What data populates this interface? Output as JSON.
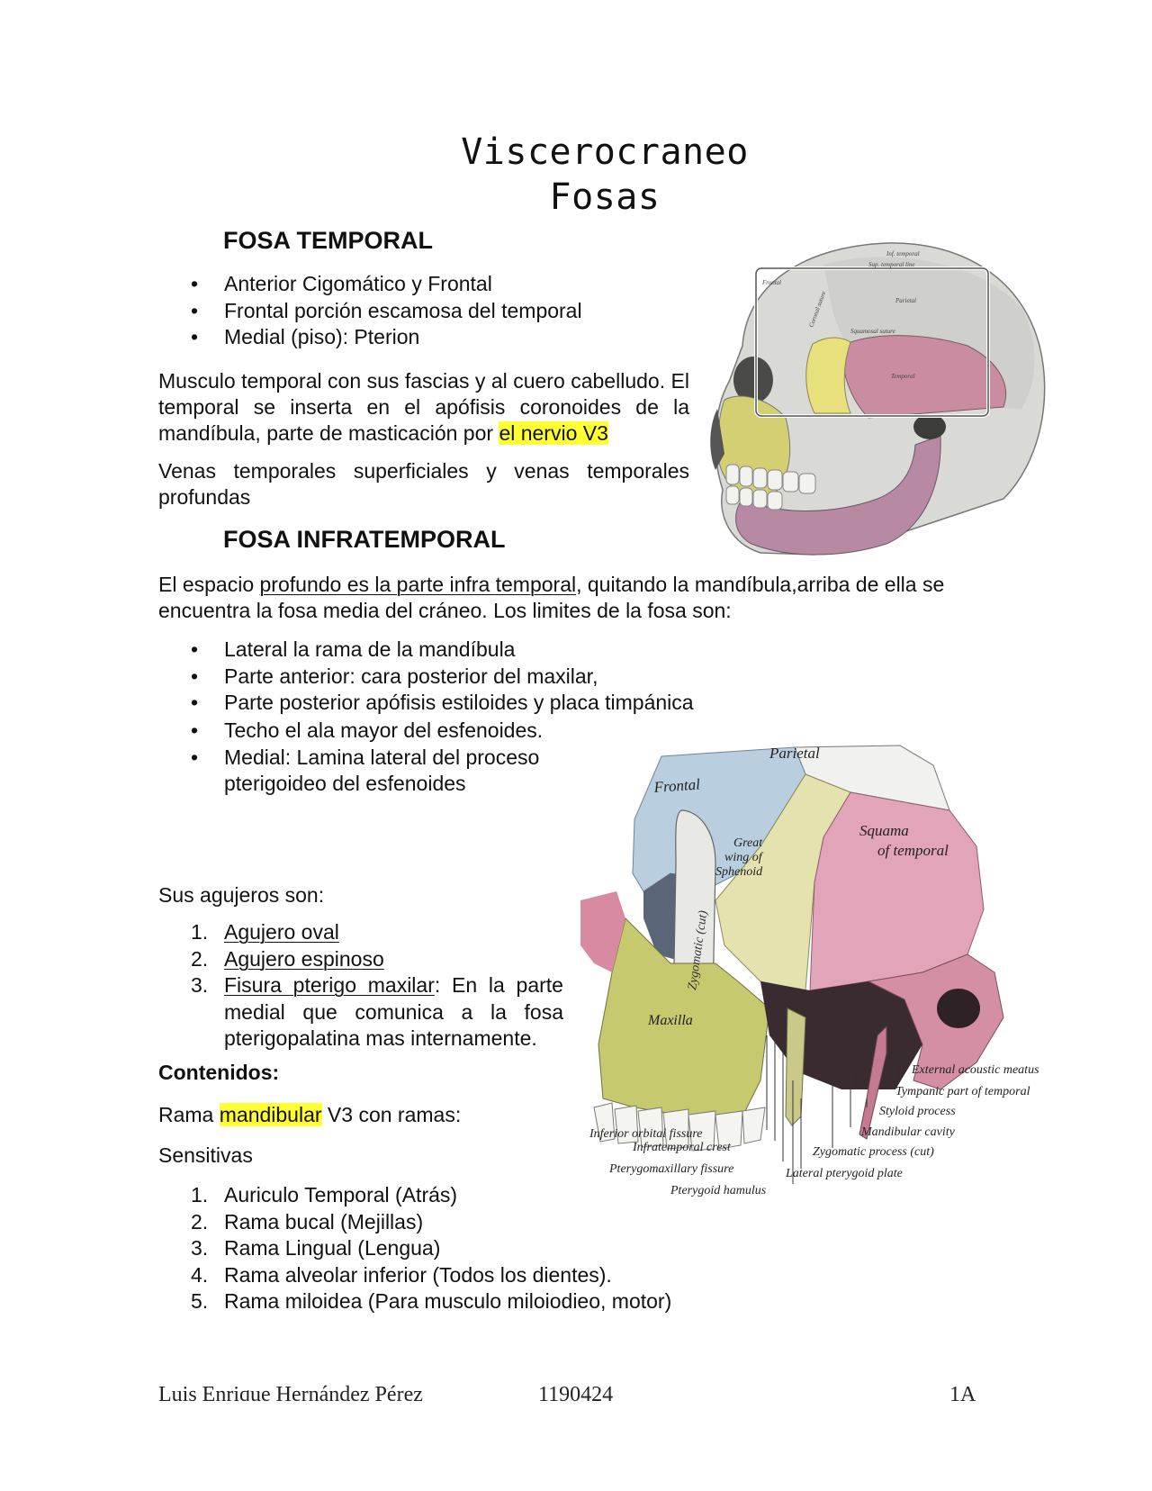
{
  "title": {
    "line1": "Viscerocraneo",
    "line2": "Fosas"
  },
  "fosa_temporal": {
    "heading": "FOSA TEMPORAL",
    "bullets": [
      "Anterior Cigomático y Frontal",
      "Frontal porción escamosa del temporal",
      "Medial (piso): Pterion"
    ],
    "para1_a": "Musculo temporal con sus fascias y al cuero cabelludo. El temporal se inserta en el apófisis coronoides de la mandíbula, parte de masticación por ",
    "para1_highlight": "el nervio V3",
    "para2": "Venas temporales superficiales y venas temporales profundas"
  },
  "skull_figure_1": {
    "labels": {
      "inf_temporal": "Inf. temporal",
      "sup_temporal": "Sup. temporal line",
      "frontal": "Frontal",
      "coronal": "Coronal suture",
      "parietal": "Parietal",
      "squamous": "Squamosal suture",
      "temporal": "Temporal"
    }
  },
  "fosa_infratemporal": {
    "heading": "FOSA INFRATEMPORAL",
    "para_a": "El espacio ",
    "para_underline": "profundo es la parte infra temporal",
    "para_b": ", quitando la mandíbula,arriba de ella se encuentra la fosa media del cráneo. Los limites de la fosa son:",
    "bullets": [
      "Lateral la rama de la mandíbula",
      "Parte anterior: cara posterior del maxilar,",
      "Parte posterior apófisis estiloides y placa timpánica"
    ],
    "bullet_techo": "Techo el ala mayor del esfenoides.",
    "bullet_medial": "Medial: Lamina lateral del proceso pterigoideo del esfenoides"
  },
  "agujeros": {
    "intro": "Sus agujeros son:",
    "items": [
      {
        "num": "1.",
        "underline": "Agujero oval",
        "rest": ""
      },
      {
        "num": "2.",
        "underline": "Agujero espinoso",
        "rest": ""
      },
      {
        "num": "3.",
        "underline": "Fisura pterigo maxilar",
        "rest": ": En la parte medial que comunica a la fosa pterigopalatina mas internamente."
      }
    ]
  },
  "contenidos": {
    "heading": "Contenidos:",
    "rama_a": "Rama ",
    "rama_hl": "mandibular",
    "rama_b": " V3  con ramas:",
    "sensitivas": "Sensitivas",
    "items": [
      {
        "num": "1.",
        "text": "Auriculo Temporal (Atrás)"
      },
      {
        "num": "2.",
        "text": "Rama bucal (Mejillas)"
      },
      {
        "num": "3.",
        "text": "Rama Lingual (Lengua)"
      },
      {
        "num": "4.",
        "text": "Rama alveolar inferior (Todos los dientes)."
      },
      {
        "num": "5.",
        "text": "Rama miloidea (Para musculo miloiodieo, motor)"
      }
    ]
  },
  "skull_figure_2": {
    "labels": {
      "parietal": "Parietal",
      "frontal": "Frontal",
      "great_wing_1": "Great",
      "great_wing_2": "wing of",
      "great_wing_3": "Sphenoid",
      "squama_1": "Squama",
      "squama_2": "of temporal",
      "zygomatic": "Zygomatic (cut)",
      "maxilla": "Maxilla",
      "external_acoustic": "External acoustic meatus",
      "tympanic": "Tympanic part of temporal",
      "styloid": "Styloid process",
      "mandibular_cavity": "Mandibular cavity",
      "inferior_orbital": "Inferior orbital fissure",
      "infratemporal_crest": "Infratemporal crest",
      "zygomatic_process": "Zygomatic process (cut)",
      "pterygomaxillary": "Pterygomaxillary fissure",
      "lateral_pterygoid": "Lateral pterygoid plate",
      "pterygoid_hamulus": "Pterygoid hamulus"
    }
  },
  "footer": {
    "name": "Luis Enrique Hernández Pérez",
    "id": "1190424",
    "group": "1A"
  }
}
